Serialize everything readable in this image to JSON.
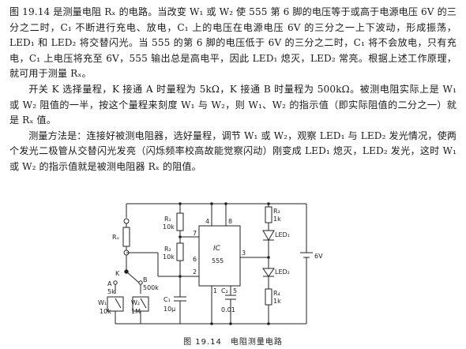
{
  "document": {
    "paragraphs": [
      "图 19.14 是测量电阻 Rₓ 的电路。当改变 W₁ 或 W₂ 使 555 第 6 脚的电压等于或高于电源电压 6V 的三分之二时，C₁ 不断进行充电、放电，C₁ 上的电压在电源电压 6V 的三分之一上下波动，形成振荡，LED₁ 和 LED₂ 将交替闪光。当 555 的第 6 脚的电压低于 6V 的三分之二时，C₁ 将不会放电，只有充电，C₁ 上电压将充至 6V，555 输出总是高电平，因此 LED₁ 熄灭，LED₂ 常亮。根据上述工作原理，就可用于测量 Rₓ。",
      "开关 K 选择量程，K 接通 A 时量程为 5kΩ，K 接通 B 时量程为 500kΩ。被测电阻实际上是 W₁ 或 W₂ 阻值的一半，按这个量程来刻度 W₁ 与 W₂，则 W₁、W₂ 的指示值（即实际阻值的二分之一）就是 Rₓ 值。",
      "测量方法是：连接好被测电阻器，选好量程，调节 W₁ 或 W₂，观察 LED₁ 与 LED₂ 发光情况，使两个发光二极管从交替闪光发亮（闪烁频率校高故能觉察闪动）刚变成 LED₁ 熄灭，LED₂ 发光，这时 W₁ 或 W₂ 的指示值就是被测电阻器 Rₓ 的阻值。"
    ],
    "figure_caption": "图 19.14　电阻测量电路"
  },
  "circuit": {
    "ic_label": "IC",
    "ic_part": "555",
    "pins": {
      "p4": "4",
      "p8": "8",
      "p7": "7",
      "p3": "3",
      "p6": "6",
      "p2": "2",
      "p1": "1",
      "p5": "5"
    },
    "components": {
      "r1_name": "R₁",
      "r1_value": "10k",
      "r2_name": "R₂",
      "r2_value": "10k",
      "rx_name": "Rₓ",
      "r3_name": "R₃",
      "r3_value": "1k",
      "r4_name": "R₄",
      "r4_value": "1k",
      "led1_name": "LED₁",
      "led2_name": "LED₂",
      "c1_name": "C₁",
      "c1_value": "10μ",
      "c2_name": "C₂",
      "c2_value": "0.01",
      "w1_name": "W₁",
      "w1_value": "10k",
      "w2_name": "W₂",
      "w2_value": "1M",
      "k_name": "K",
      "a_name": "A",
      "a_value": "5k",
      "b_name": "B",
      "b_value": "500k",
      "supply": "6V"
    }
  }
}
